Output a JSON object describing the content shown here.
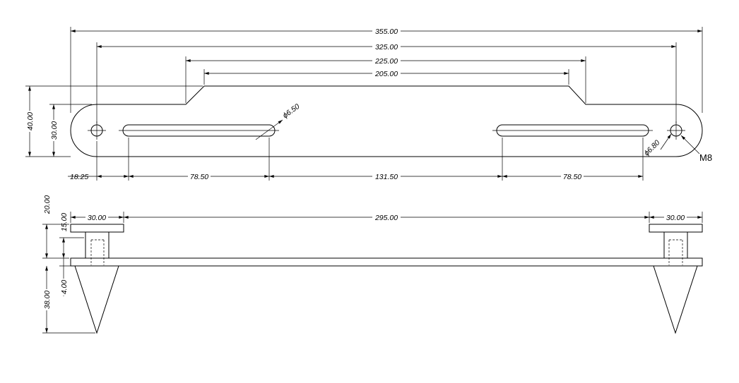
{
  "top_view": {
    "dims": {
      "overall_length": "355.00",
      "hole_center_spacing": "325.00",
      "raised_outer": "225.00",
      "raised_inner": "205.00",
      "total_height": "40.00",
      "body_height": "30.00",
      "slot_width": "ϕ6.50",
      "hole_diameter": "ϕ6.80",
      "thread": "M8",
      "hole_to_slot": "18.25",
      "slot_length_left": "78.50",
      "slot_gap": "131.50",
      "slot_length_right": "78.50"
    }
  },
  "side_view": {
    "dims": {
      "pad_width_left": "30.00",
      "pad_spacing": "295.00",
      "pad_width_right": "30.00",
      "overall_height": "20.00",
      "stem_height": "15.00",
      "plate_thickness": "4.00",
      "spike_height": "38.00"
    }
  }
}
